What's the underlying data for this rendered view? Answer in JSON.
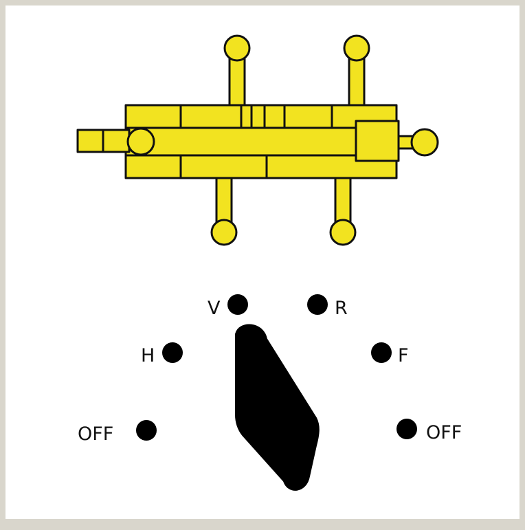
{
  "colors": {
    "background": "#ffffff",
    "frame": "#d9d6cc",
    "valve_fill": "#f2e320",
    "outline": "#111111",
    "dot": "#000000",
    "handle": "#000000"
  },
  "valve": {
    "name": "hydraulic-valve-symbol",
    "ports": 4
  },
  "selector": {
    "positions": [
      {
        "label": "OFF"
      },
      {
        "label": "H"
      },
      {
        "label": "V"
      },
      {
        "label": "R"
      },
      {
        "label": "F"
      },
      {
        "label": "OFF"
      }
    ],
    "selected": "V"
  }
}
